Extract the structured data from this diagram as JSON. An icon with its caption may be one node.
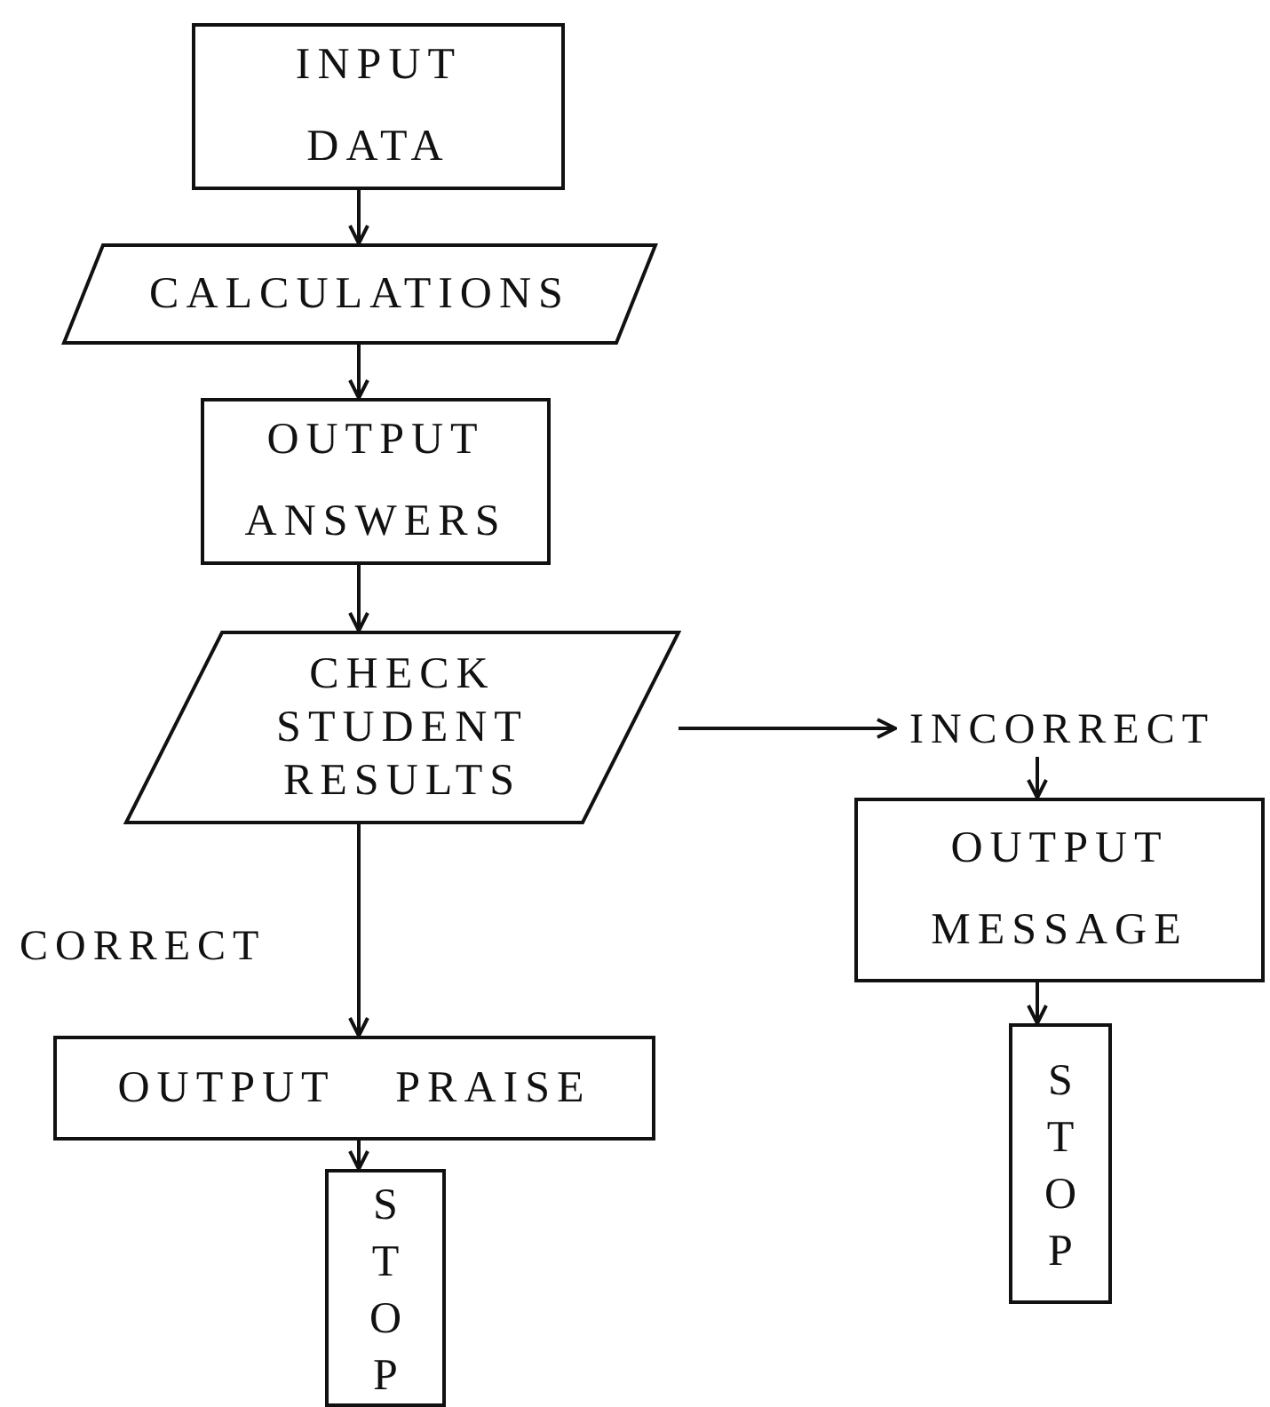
{
  "diagram": {
    "nodes": [
      {
        "text": [
          "INPUT DATA"
        ]
      },
      {
        "text": [
          "CALCULATIONS"
        ]
      },
      {
        "text": [
          "OUTPUT ANSWERS"
        ]
      },
      {
        "text": [
          "CHECK STUDENT RESULTS"
        ]
      },
      {
        "text": [
          "INCORRECT"
        ]
      },
      {
        "text": [
          "OUTPUT MESSAGE"
        ]
      },
      {
        "text": [
          "STOP"
        ]
      },
      {
        "text": [
          "OUTPUT PRAISE"
        ]
      },
      {
        "text": [
          "STOP"
        ]
      }
    ],
    "edges": [
      {
        "from": 0,
        "to": 1,
        "arrow": "to"
      },
      {
        "from": 1,
        "to": 2,
        "arrow": "to"
      },
      {
        "from": 2,
        "to": 3,
        "arrow": "to"
      },
      {
        "from": 3,
        "to": 4,
        "arrow": "to"
      },
      {
        "from": 4,
        "to": 5,
        "arrow": "to"
      },
      {
        "from": 5,
        "to": 6,
        "arrow": "to"
      },
      {
        "from": 3,
        "to": 7,
        "arrow": "to",
        "label": "CORRECT"
      },
      {
        "from": 7,
        "to": 8,
        "arrow": "to"
      }
    ]
  }
}
